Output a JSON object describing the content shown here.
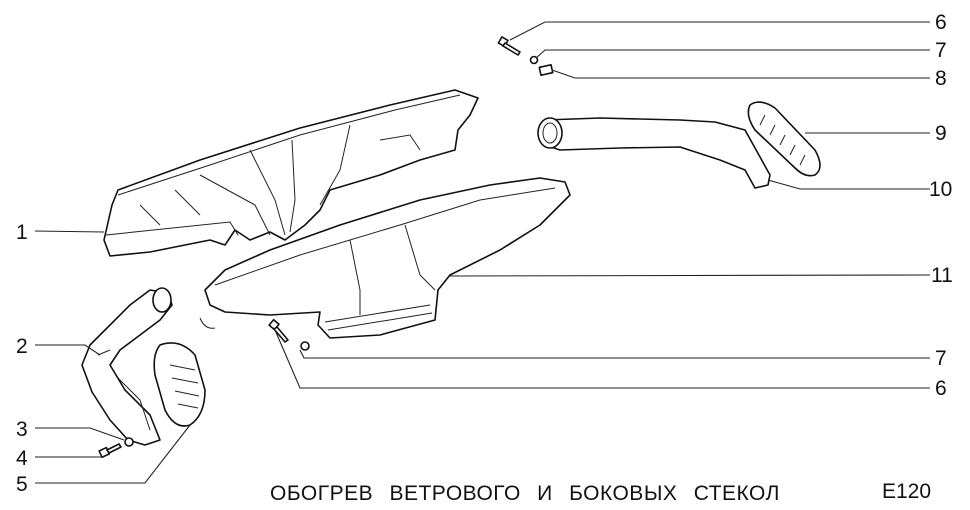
{
  "title": "ОБОГРЕВ ВЕТРОВОГО И БОКОВЫХ СТЕКОЛ",
  "code": "E120",
  "callouts": [
    {
      "num": "1",
      "part": "windshield-defroster-duct"
    },
    {
      "num": "2",
      "part": "left-side-duct"
    },
    {
      "num": "3",
      "part": "washer-left"
    },
    {
      "num": "4",
      "part": "screw-left"
    },
    {
      "num": "5",
      "part": "left-side-vent-grille"
    },
    {
      "num": "6",
      "part": "screw-top"
    },
    {
      "num": "7",
      "part": "washer-top"
    },
    {
      "num": "8",
      "part": "clip-nut"
    },
    {
      "num": "9",
      "part": "right-side-vent-grille"
    },
    {
      "num": "10",
      "part": "right-side-duct-end"
    },
    {
      "num": "11",
      "part": "heater-distribution-duct"
    },
    {
      "num": "7",
      "part": "washer-bottom"
    },
    {
      "num": "6",
      "part": "screw-bottom"
    }
  ]
}
